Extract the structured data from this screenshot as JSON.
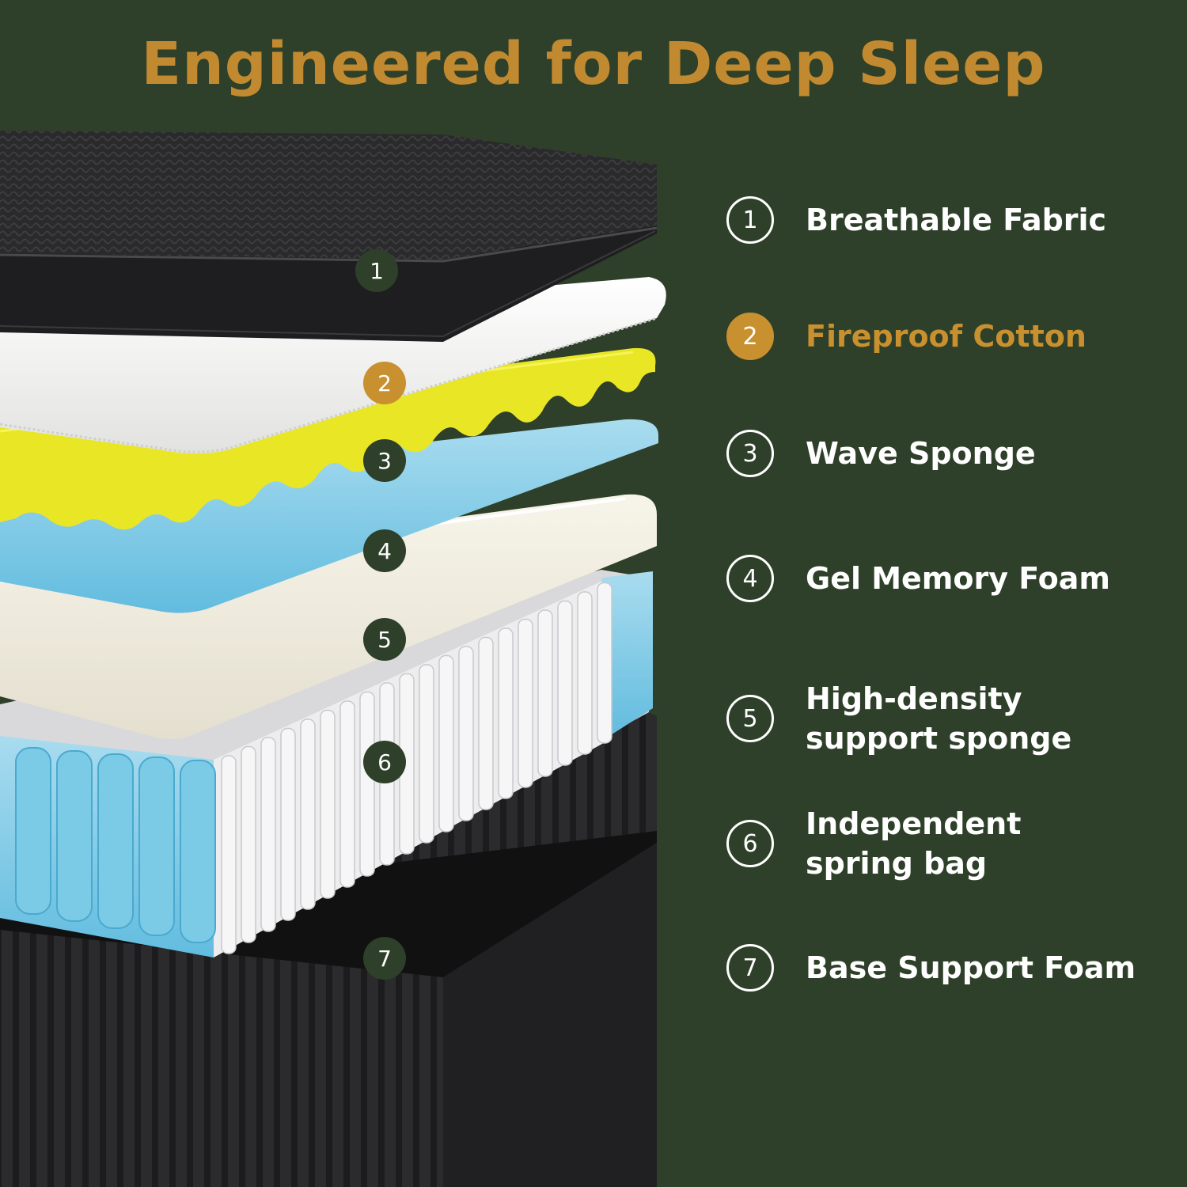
{
  "title": "Engineered for Deep Sleep",
  "colors": {
    "background": "#2e4029",
    "title": "#c28a30",
    "accent": "#c8902e",
    "text": "#ffffff"
  },
  "layers": [
    {
      "number": "1",
      "label": "Breathable Fabric",
      "highlighted": false
    },
    {
      "number": "2",
      "label": "Fireproof Cotton",
      "highlighted": true
    },
    {
      "number": "3",
      "label": "Wave Sponge",
      "highlighted": false
    },
    {
      "number": "4",
      "label": "Gel Memory Foam",
      "highlighted": false
    },
    {
      "number": "5",
      "label": "High-density\nsupport sponge",
      "highlighted": false
    },
    {
      "number": "6",
      "label": "Independent\nspring bag",
      "highlighted": false
    },
    {
      "number": "7",
      "label": "Base Support Foam",
      "highlighted": false
    }
  ]
}
